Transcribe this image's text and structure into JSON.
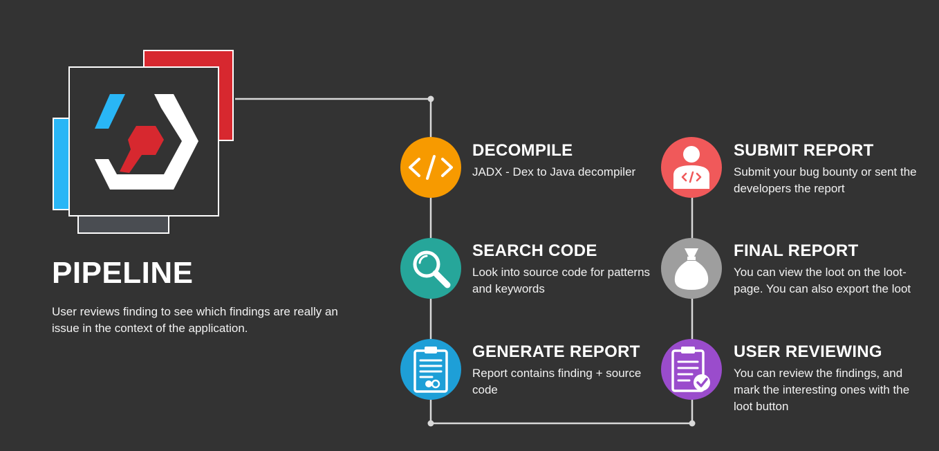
{
  "colors": {
    "background": "#333333",
    "brand_red": "#d7282f",
    "brand_blue": "#29b6f6",
    "decompile": "#f79a00",
    "search": "#26a69a",
    "generate": "#1e9fd7",
    "submit": "#f0595a",
    "final": "#9e9e9e",
    "review": "#9a4ccc"
  },
  "logo": {
    "icon": "brackets-bolt-logo-icon"
  },
  "pipeline": {
    "title": "PIPELINE",
    "description": "User reviews finding to see which findings are really an issue in the context of the application."
  },
  "steps": [
    {
      "icon": "code-brackets-icon",
      "title": "DECOMPILE",
      "desc": "JADX - Dex to Java decompiler"
    },
    {
      "icon": "magnifier-icon",
      "title": "SEARCH CODE",
      "desc": "Look into source code for patterns and keywords"
    },
    {
      "icon": "report-document-icon",
      "title": "GENERATE REPORT",
      "desc": "Report contains finding + source code"
    },
    {
      "icon": "developer-person-icon",
      "title": "SUBMIT REPORT",
      "desc": "Submit your bug bounty or sent the developers the report"
    },
    {
      "icon": "money-bag-icon",
      "title": "FINAL REPORT",
      "desc": "You can view the loot on the loot-page. You can also export the loot"
    },
    {
      "icon": "clipboard-check-icon",
      "title": "USER REVIEWING",
      "desc": "You can review the findings, and mark the interesting ones with the loot button"
    }
  ]
}
